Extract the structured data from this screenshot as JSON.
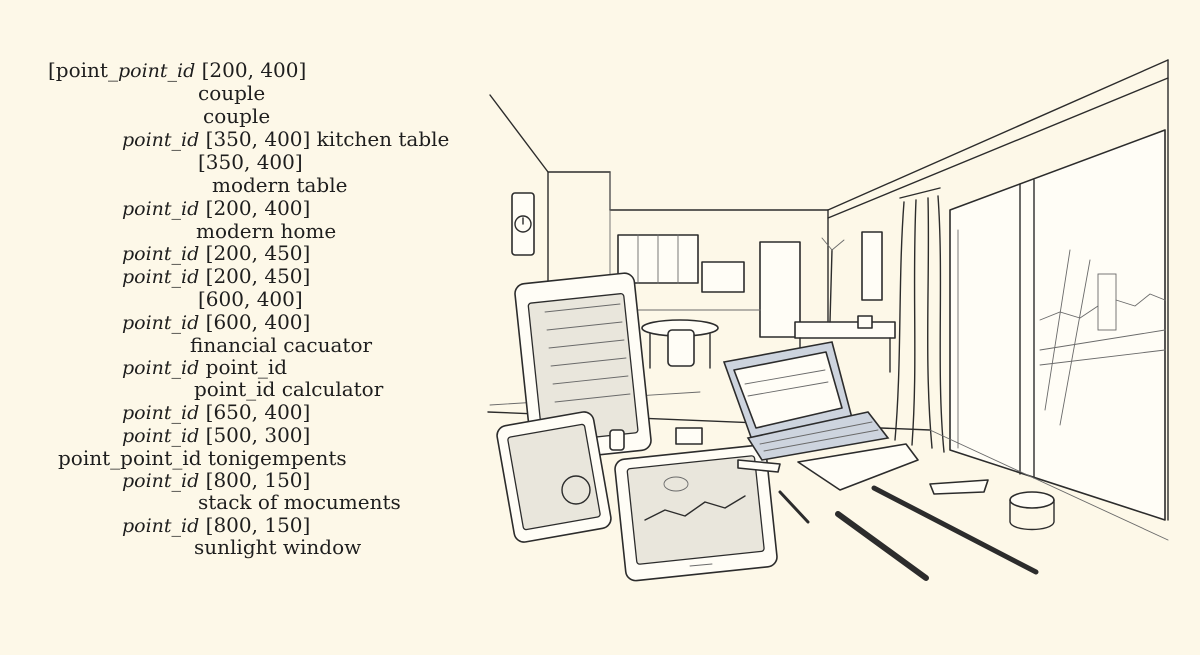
{
  "lines": [
    {
      "a": "[point_",
      "b": "point_id",
      "c": " [200, 400]"
    },
    {
      "a": "",
      "b": "",
      "c": "couple"
    },
    {
      "a": "",
      "b": "",
      "c": "couple"
    },
    {
      "a": "",
      "b": "point_id",
      "c": " [350, 400]  kitchen table"
    },
    {
      "a": "",
      "b": "",
      "c": "[350, 400]"
    },
    {
      "a": "",
      "b": "",
      "c": "modern table"
    },
    {
      "a": "",
      "b": "point_id",
      "c": " [200, 400]"
    },
    {
      "a": "",
      "b": "",
      "c": "modern home"
    },
    {
      "a": "",
      "b": "point_id",
      "c": " [200, 450]"
    },
    {
      "a": "",
      "b": "point_id",
      "c": " [200, 450]"
    },
    {
      "a": "",
      "b": "",
      "c": "[600, 400]"
    },
    {
      "a": "",
      "b": "point_id",
      "c": "  [600, 400]"
    },
    {
      "a": "",
      "b": "",
      "c": "financial cacuator"
    },
    {
      "a": "",
      "b": "point_id",
      "c": " point_id"
    },
    {
      "a": "",
      "b": "",
      "c": "point_id calculator"
    },
    {
      "a": "",
      "b": "point_id",
      "c": " [650, 400]"
    },
    {
      "a": "",
      "b": "point_id",
      "c": " [500, 300]"
    },
    {
      "a": "point_point_id",
      "b": "",
      "c": " tonigempents"
    },
    {
      "a": "",
      "b": "point_id",
      "c": " [800, 150]"
    },
    {
      "a": "",
      "b": "",
      "c": "stack of mocuments"
    },
    {
      "a": "",
      "b": "point_id",
      "c": " [800, 150]"
    },
    {
      "a": "",
      "b": "",
      "c": "sunlight window"
    }
  ]
}
